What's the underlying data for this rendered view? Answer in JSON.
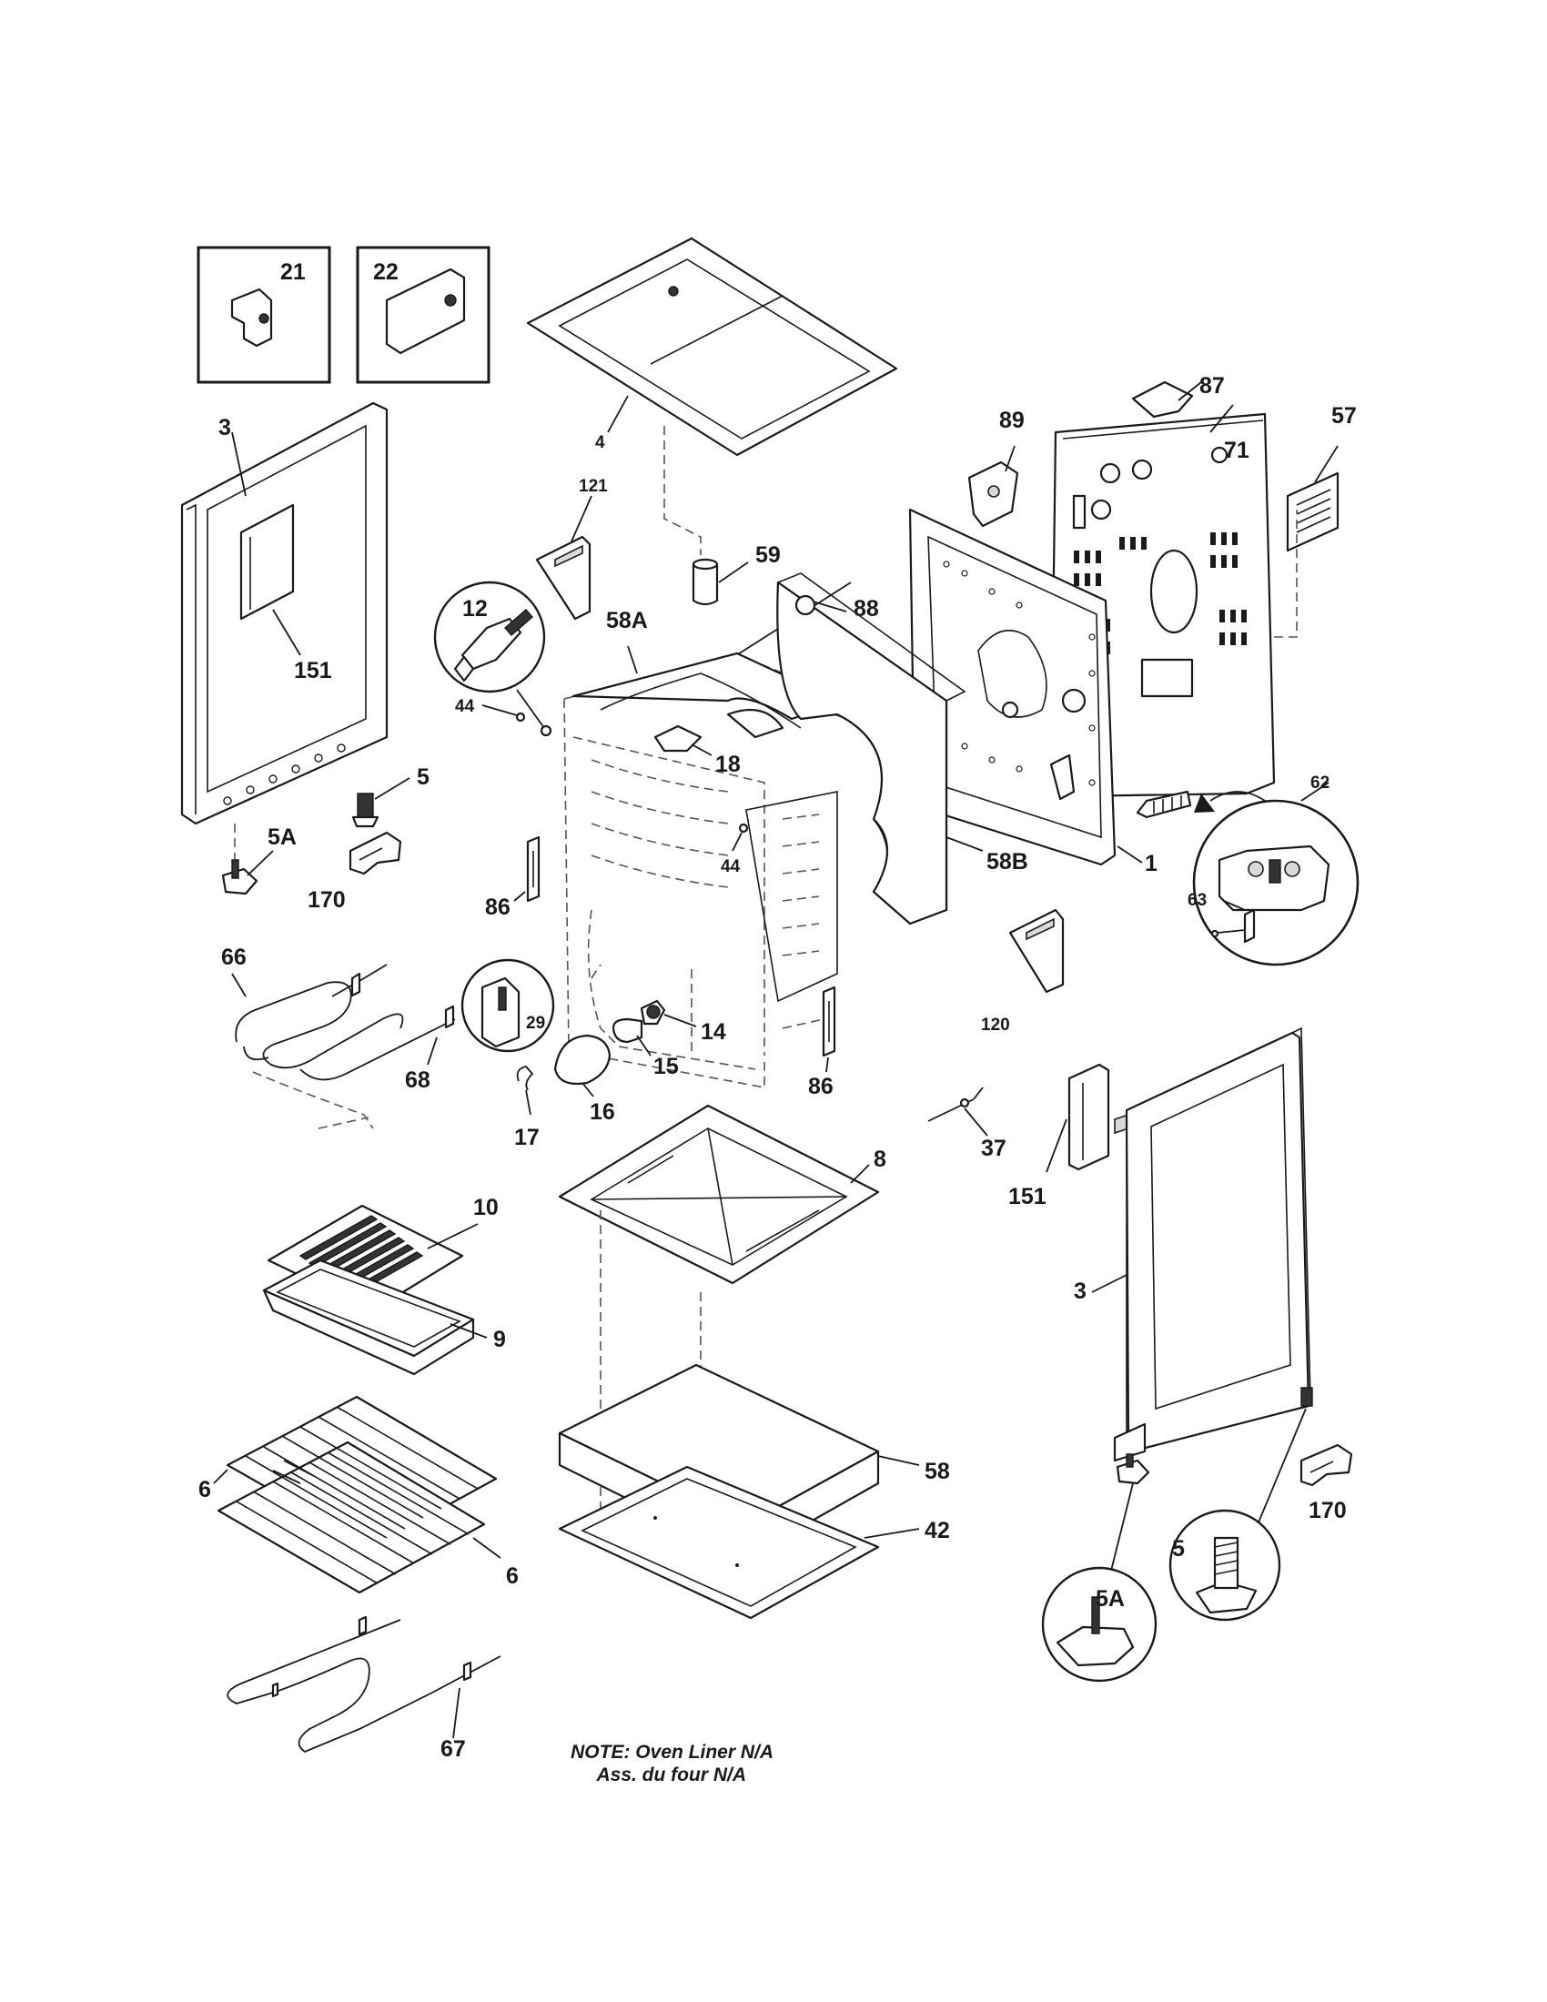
{
  "callouts": {
    "c21": "21",
    "c22": "22",
    "c3_left": "3",
    "c4": "4",
    "c151_left": "151",
    "c121": "121",
    "c59": "59",
    "c88": "88",
    "c89": "89",
    "c87": "87",
    "c57": "57",
    "c71": "71",
    "c12": "12",
    "c44_a": "44",
    "c58A": "58A",
    "c18": "18",
    "c5_left": "5",
    "c5A_left": "5A",
    "c170_left": "170",
    "c86_left": "86",
    "c44_b": "44",
    "c1": "1",
    "c58B": "58B",
    "c62": "62",
    "c63": "63",
    "c66": "66",
    "c29": "29",
    "c14": "14",
    "c15": "15",
    "c120": "120",
    "c68": "68",
    "c86_right": "86",
    "c17": "17",
    "c16": "16",
    "c37": "37",
    "c8": "8",
    "c151_right": "151",
    "c10": "10",
    "c3_right": "3",
    "c9": "9",
    "c58": "58",
    "c42": "42",
    "c6_a": "6",
    "c6_b": "6",
    "c170_right": "170",
    "c5_right": "5",
    "c5A_right": "5A",
    "c67": "67"
  },
  "note": {
    "line1": "NOTE: Oven Liner N/A",
    "line2": "Ass. du four N/A"
  }
}
